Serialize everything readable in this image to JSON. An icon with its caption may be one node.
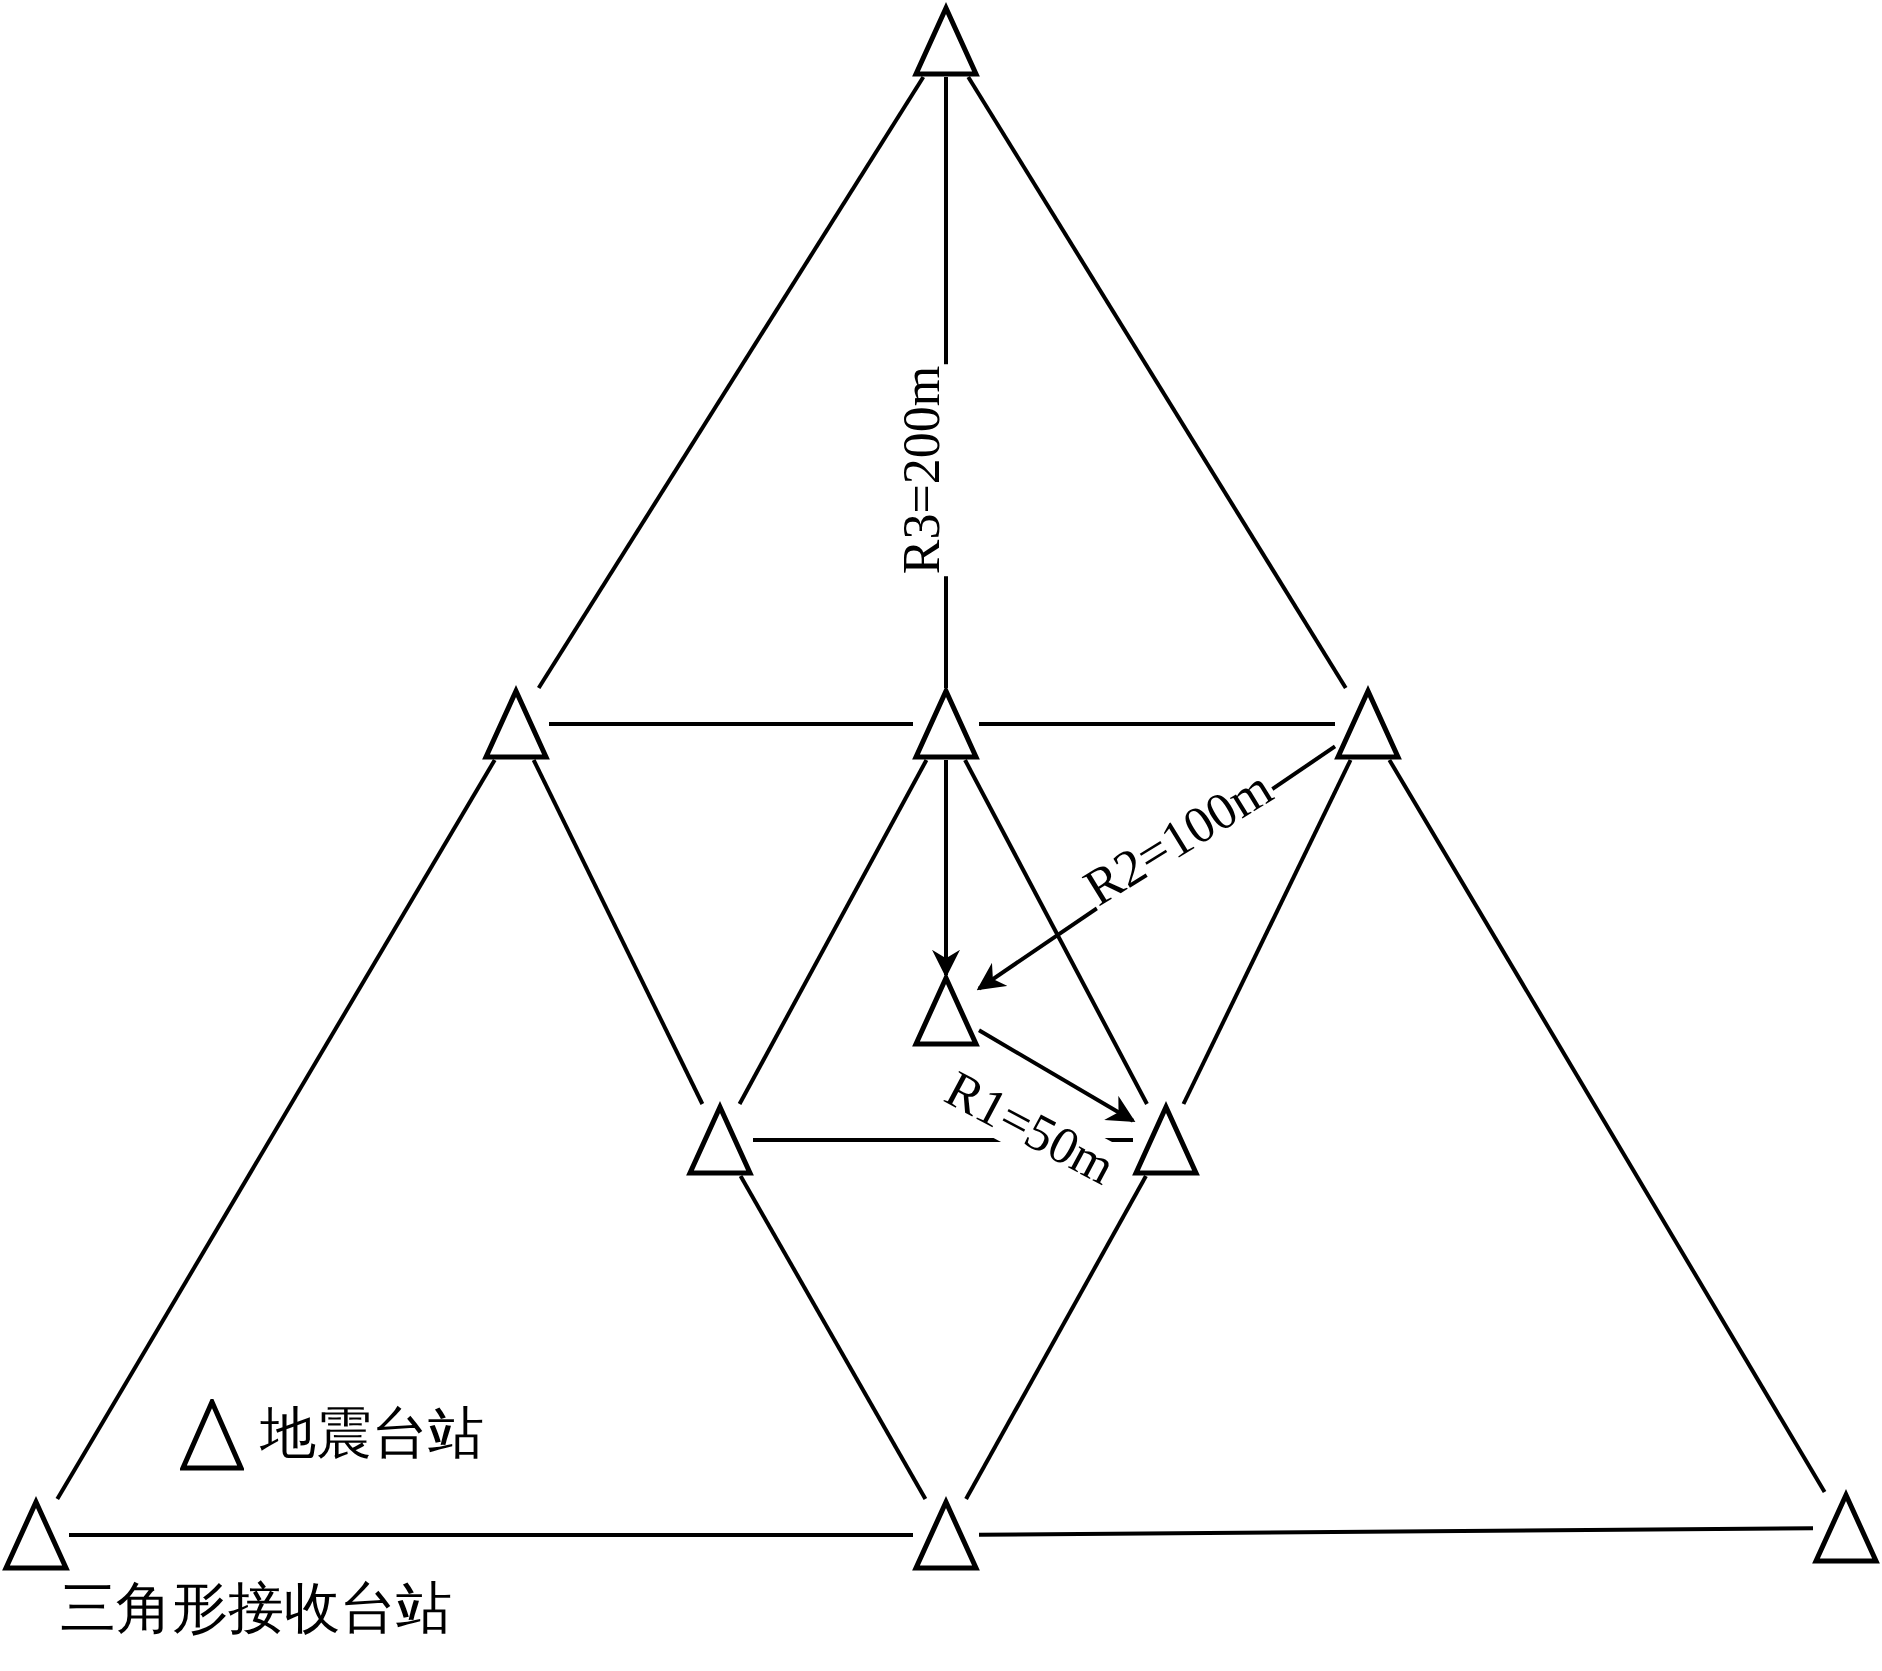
{
  "diagram": {
    "nodes": [
      {
        "text": [],
        "shape": "triangle"
      },
      {
        "text": [],
        "shape": "triangle"
      },
      {
        "text": [],
        "shape": "triangle"
      },
      {
        "text": [],
        "shape": "triangle"
      },
      {
        "text": [],
        "shape": "triangle"
      },
      {
        "text": [],
        "shape": "triangle"
      },
      {
        "text": [],
        "shape": "triangle"
      },
      {
        "text": [],
        "shape": "triangle"
      },
      {
        "text": [],
        "shape": "triangle"
      },
      {
        "text": [],
        "shape": "triangle"
      }
    ],
    "edges": [
      {
        "from": 0,
        "to": 1,
        "arrow": "none"
      },
      {
        "from": 0,
        "to": 3,
        "arrow": "none"
      },
      {
        "from": 1,
        "to": 2,
        "arrow": "none"
      },
      {
        "from": 2,
        "to": 3,
        "arrow": "none"
      },
      {
        "from": 1,
        "to": 7,
        "arrow": "none"
      },
      {
        "from": 7,
        "to": 8,
        "arrow": "none"
      },
      {
        "from": 8,
        "to": 9,
        "arrow": "none"
      },
      {
        "from": 3,
        "to": 9,
        "arrow": "none"
      },
      {
        "from": 1,
        "to": 5,
        "arrow": "none"
      },
      {
        "from": 5,
        "to": 8,
        "arrow": "none"
      },
      {
        "from": 3,
        "to": 6,
        "arrow": "none"
      },
      {
        "from": 6,
        "to": 8,
        "arrow": "none"
      },
      {
        "from": 2,
        "to": 5,
        "arrow": "none"
      },
      {
        "from": 2,
        "to": 6,
        "arrow": "none"
      },
      {
        "from": 5,
        "to": 6,
        "arrow": "none"
      },
      {
        "from": 0,
        "to": 2,
        "arrow": "none",
        "label": "R3=200m"
      },
      {
        "from": 2,
        "to": 4,
        "arrow": "to"
      },
      {
        "from": 3,
        "to": 4,
        "arrow": "to",
        "label": "R2=100m"
      },
      {
        "from": 4,
        "to": 6,
        "arrow": "to",
        "label": "R1=50m"
      }
    ],
    "labels": [
      "三角形接收台站"
    ],
    "legend": [
      {
        "text": "地震台站"
      }
    ]
  }
}
